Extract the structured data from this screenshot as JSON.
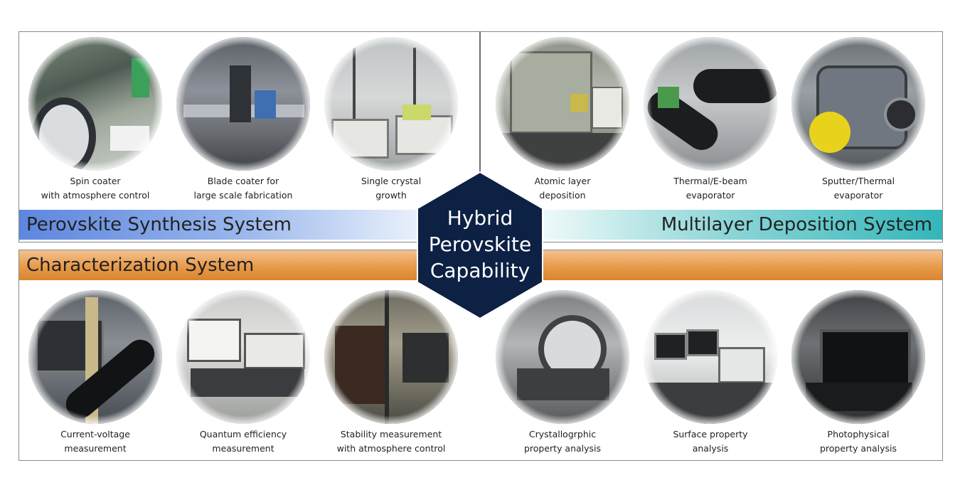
{
  "center_title": [
    "Hybrid",
    "Perovskite",
    "Capability"
  ],
  "sections": {
    "synthesis": "Perovskite Synthesis System",
    "deposition": "Multilayer Deposition System",
    "characterization": "Characterization System"
  },
  "captions": {
    "spin_coater": [
      "Spin coater",
      "with atmosphere control"
    ],
    "blade_coater": [
      "Blade coater for",
      "large scale fabrication"
    ],
    "single_crystal": [
      "Single crystal",
      "growth"
    ],
    "ald": [
      "Atomic layer",
      "deposition"
    ],
    "thermal_ebeam": [
      "Thermal/E-beam",
      "evaporator"
    ],
    "sputter": [
      "Sputter/Thermal",
      "evaporator"
    ],
    "iv": [
      "Current-voltage",
      "measurement"
    ],
    "qe": [
      "Quantum efficiency",
      "measurement"
    ],
    "stability": [
      "Stability measurement",
      "with atmosphere control"
    ],
    "crystallographic": [
      "Crystallogrphic",
      "property analysis"
    ],
    "surface": [
      "Surface property",
      "analysis"
    ],
    "photophysical": [
      "Photophysical",
      "property analysis"
    ]
  },
  "colors": {
    "hexagon": "#0d2145",
    "synthesis_banner": "#5d86de",
    "deposition_banner": "#33b6ba",
    "characterization_banner": "#e89a4a"
  }
}
